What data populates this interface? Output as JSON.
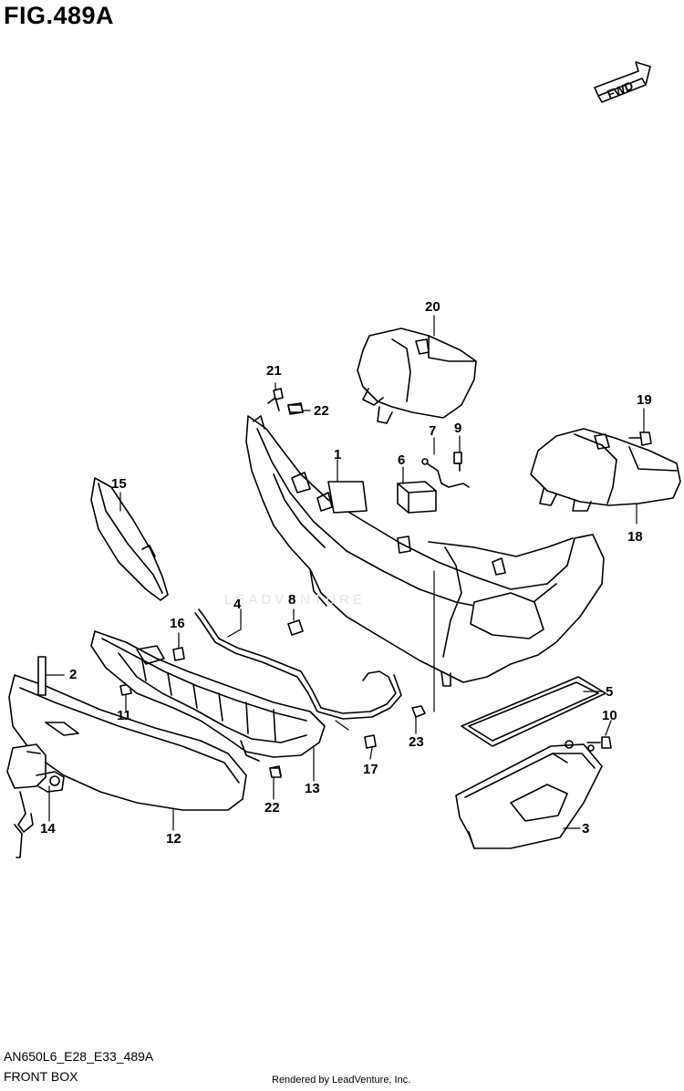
{
  "figure": {
    "title": "FIG.489A",
    "model_code": "AN650L6_E28_E33_489A",
    "section": "FRONT BOX",
    "credit": "Rendered by LeadVenture, Inc.",
    "watermark": "LEADVENTURE",
    "direction_badge": "FWD"
  },
  "callouts": [
    {
      "id": "1",
      "label": "1"
    },
    {
      "id": "2",
      "label": "2"
    },
    {
      "id": "3",
      "label": "3"
    },
    {
      "id": "4",
      "label": "4"
    },
    {
      "id": "5",
      "label": "5"
    },
    {
      "id": "6",
      "label": "6"
    },
    {
      "id": "7",
      "label": "7"
    },
    {
      "id": "8",
      "label": "8"
    },
    {
      "id": "9",
      "label": "9"
    },
    {
      "id": "10",
      "label": "10"
    },
    {
      "id": "11",
      "label": "11"
    },
    {
      "id": "12",
      "label": "12"
    },
    {
      "id": "13",
      "label": "13"
    },
    {
      "id": "14",
      "label": "14"
    },
    {
      "id": "15",
      "label": "15"
    },
    {
      "id": "16",
      "label": "16"
    },
    {
      "id": "17",
      "label": "17"
    },
    {
      "id": "18",
      "label": "18"
    },
    {
      "id": "19",
      "label": "19"
    },
    {
      "id": "20",
      "label": "20"
    },
    {
      "id": "21",
      "label": "21"
    },
    {
      "id": "22a",
      "label": "22"
    },
    {
      "id": "22b",
      "label": "22"
    },
    {
      "id": "23",
      "label": "23"
    }
  ]
}
